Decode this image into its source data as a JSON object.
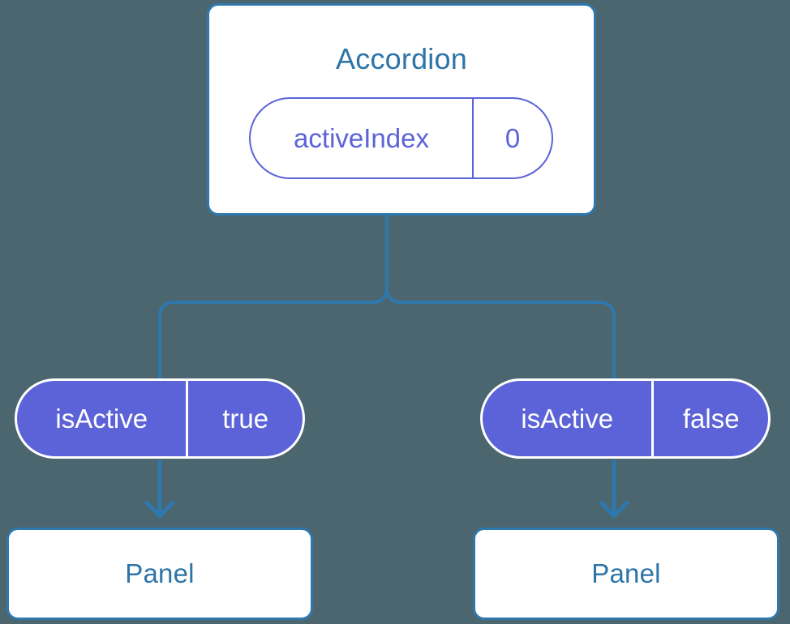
{
  "diagram": {
    "title": "Accordion component state and props tree",
    "background_color": "#4c666f",
    "accent_blue": "#2f78ae",
    "title_blue": "#2d74a8",
    "pill_purple": "#5c63d8",
    "card_fill": "#ffffff"
  },
  "root": {
    "name": "Accordion",
    "state": {
      "key": "activeIndex",
      "value": "0"
    }
  },
  "children": [
    {
      "props": {
        "key": "isActive",
        "value": "true"
      },
      "component": {
        "name": "Panel"
      }
    },
    {
      "props": {
        "key": "isActive",
        "value": "false"
      },
      "component": {
        "name": "Panel"
      }
    }
  ],
  "connectors": {
    "trunk_label": "root-to-children-fork",
    "arrow_left_label": "props-to-panel-arrow-left",
    "arrow_right_label": "props-to-panel-arrow-right"
  }
}
